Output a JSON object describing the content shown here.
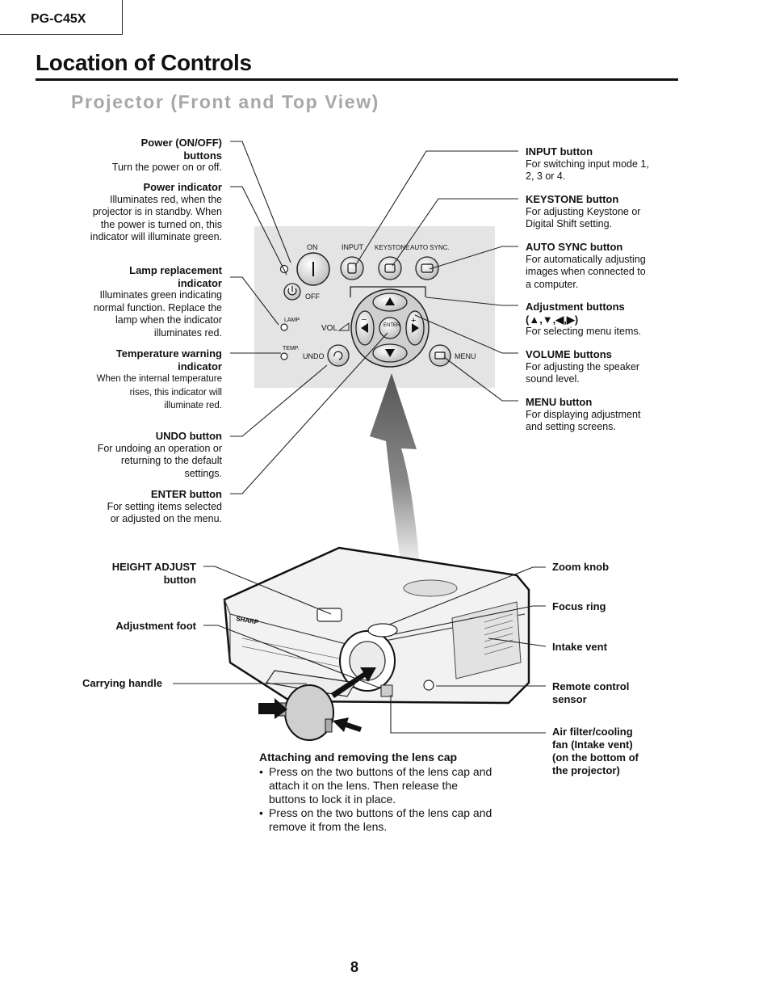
{
  "header": {
    "model": "PG-C45X"
  },
  "page": {
    "title": "Location of Controls",
    "subtitle": "Projector (Front and Top View)",
    "number": "8"
  },
  "panel": {
    "on": "ON",
    "off": "OFF",
    "input": "INPUT",
    "keystone": "KEYSTONE",
    "auto_sync": "AUTO SYNC.",
    "lamp": "LAMP",
    "temp": "TEMP.",
    "vol": "VOL",
    "undo": "UNDO",
    "menu": "MENU",
    "enter": "ENTER"
  },
  "left_callouts": [
    {
      "title": "Power (ON/OFF)\nbuttons",
      "desc": "Turn the power on or off."
    },
    {
      "title": "Power indicator",
      "desc": "Illuminates red, when the projector is in standby. When the power is turned on, this indicator will illuminate green."
    },
    {
      "title": "Lamp replacement\nindicator",
      "desc": "Illuminates green indicating normal function. Replace the lamp when the indicator illuminates red."
    },
    {
      "title": "Temperature warning\nindicator",
      "desc": "When the internal temperature rises, this indicator will illuminate red."
    },
    {
      "title": "UNDO button",
      "desc": "For undoing an operation or returning to the default settings."
    },
    {
      "title": "ENTER button",
      "desc": "For setting items selected or adjusted on the menu."
    }
  ],
  "right_callouts": [
    {
      "title": "INPUT button",
      "desc": "For switching input mode 1, 2, 3 or 4."
    },
    {
      "title": "KEYSTONE button",
      "desc": "For adjusting Keystone or Digital Shift setting."
    },
    {
      "title": "AUTO SYNC button",
      "desc": "For automatically adjusting images when connected to a computer."
    },
    {
      "title": "Adjustment buttons",
      "title2": "(▲,▼,◀,▶)",
      "desc": "For selecting menu items."
    },
    {
      "title": "VOLUME buttons",
      "desc": "For adjusting the speaker sound level."
    },
    {
      "title": "MENU button",
      "desc": "For displaying adjustment and setting screens."
    }
  ],
  "projector_labels_left": {
    "height_adjust": "HEIGHT ADJUST\nbutton",
    "adjustment_foot": "Adjustment foot",
    "carrying_handle": "Carrying handle"
  },
  "projector_labels_right": {
    "zoom": "Zoom knob",
    "focus": "Focus ring",
    "intake": "Intake vent",
    "remote": "Remote control\nsensor",
    "airfilter": "Air filter/cooling\nfan (Intake vent)\n(on the bottom of\nthe projector)"
  },
  "lens_cap": {
    "title": "Attaching and removing the lens cap",
    "bullets": [
      "Press on the two buttons of the lens cap and attach it on the lens. Then release the buttons to lock it in place.",
      "Press on the two buttons of the lens cap and remove it from the lens."
    ]
  },
  "brand": {
    "maker": "SHARP"
  }
}
